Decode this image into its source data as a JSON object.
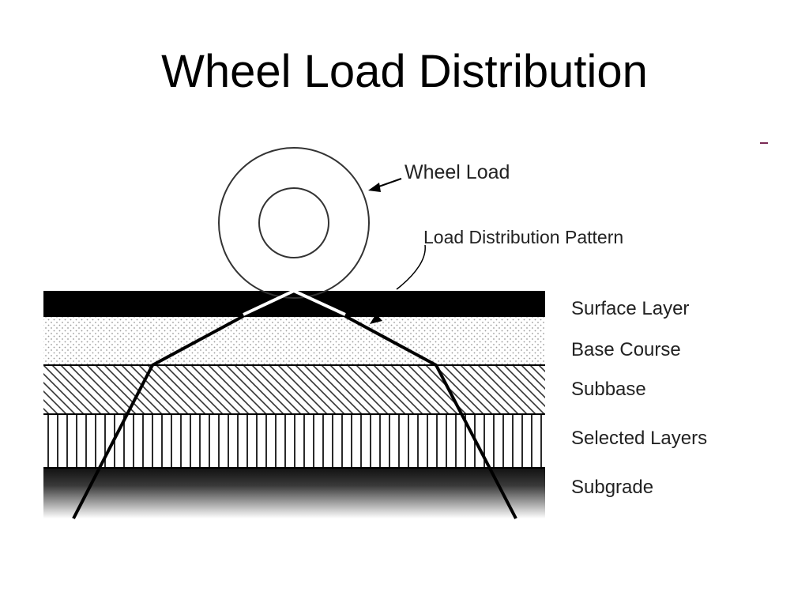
{
  "slide": {
    "title": "Wheel Load Distribution"
  },
  "diagram": {
    "callouts": {
      "wheel_load": "Wheel Load",
      "load_distribution_pattern": "Load Distribution Pattern"
    },
    "layers": [
      {
        "label": "Surface Layer"
      },
      {
        "label": "Base Course"
      },
      {
        "label": "Subbase"
      },
      {
        "label": "Selected Layers"
      },
      {
        "label": "Subgrade"
      }
    ]
  }
}
